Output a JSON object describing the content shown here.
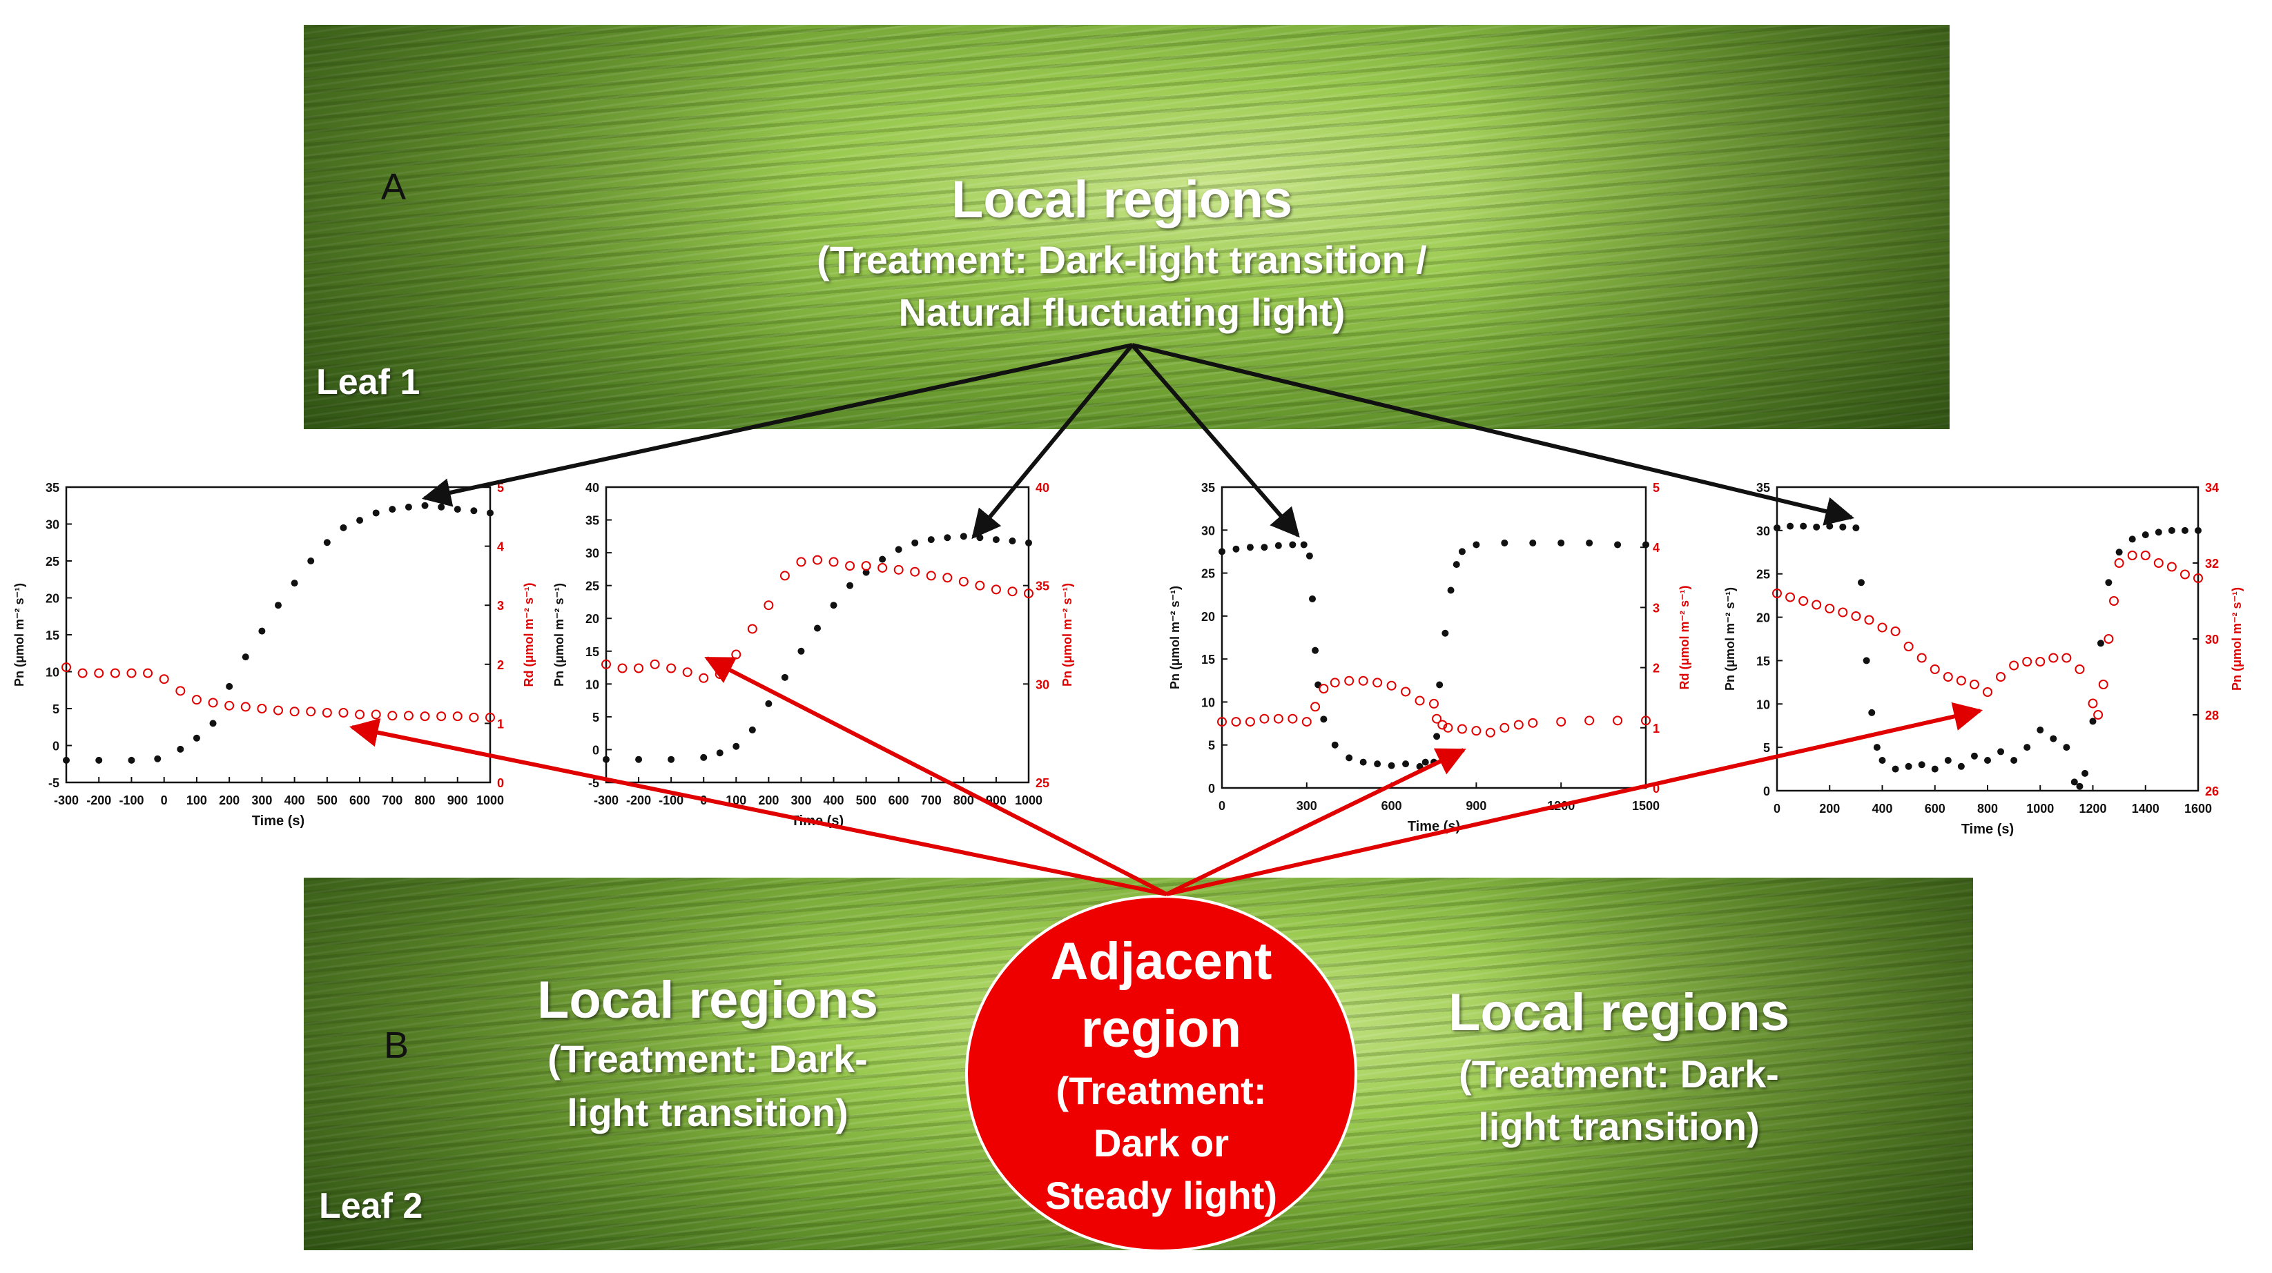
{
  "leaf1": {
    "panel": "A",
    "name": "Leaf 1",
    "title": "Local regions",
    "treatment_line1": "(Treatment: Dark-light transition /",
    "treatment_line2": "Natural fluctuating light)"
  },
  "leaf2": {
    "panel": "B",
    "name": "Leaf 2",
    "left_title": "Local regions",
    "left_line1": "(Treatment: Dark-",
    "left_line2": "light transition)",
    "right_title": "Local regions",
    "right_line1": "(Treatment: Dark-",
    "right_line2": "light transition)",
    "adjacent_line1": "Adjacent",
    "adjacent_line2": "region",
    "adjacent_line3": "(Treatment:",
    "adjacent_line4": "Dark or",
    "adjacent_line5": "Steady light)"
  },
  "colors": {
    "black_series": "#111111",
    "red_series": "#e00000",
    "arrow_red": "#e00000",
    "arrow_black": "#111111"
  },
  "chart_data": [
    {
      "type": "scatter",
      "xlabel": "Time (s)",
      "ylabel_left": "Pn (μmol m⁻² s⁻¹)",
      "ylabel_right": "Rd (μmol m⁻² s⁻¹)",
      "xlim": [
        -300,
        1000
      ],
      "ylim_left": [
        -5,
        35
      ],
      "ylim_right": [
        0,
        5
      ],
      "x_ticks": [
        -300,
        -200,
        -100,
        0,
        100,
        200,
        300,
        400,
        500,
        600,
        700,
        800,
        900,
        1000
      ],
      "x_tick_labels": [
        "-300",
        "-200",
        "-100",
        "0",
        "100",
        "200",
        "300",
        "400",
        "500",
        "600",
        "700",
        "800",
        "900",
        "1000"
      ],
      "y_left_ticks": [
        -5,
        0,
        5,
        10,
        15,
        20,
        25,
        30,
        35
      ],
      "y_right_ticks": [
        0,
        1,
        2,
        3,
        4,
        5
      ],
      "series": [
        {
          "axis": "left",
          "color": "#111111",
          "x": [
            -300,
            -200,
            -100,
            -20,
            50,
            100,
            150,
            200,
            250,
            300,
            350,
            400,
            450,
            500,
            550,
            600,
            650,
            700,
            750,
            800,
            850,
            900,
            950,
            1000
          ],
          "y": [
            -2,
            -2,
            -2,
            -1.8,
            -0.5,
            1,
            3,
            8,
            12,
            15.5,
            19,
            22,
            25,
            27.5,
            29.5,
            30.5,
            31.5,
            32,
            32.3,
            32.5,
            32.3,
            32,
            31.8,
            31.5
          ]
        },
        {
          "axis": "right",
          "color": "#e00000",
          "x": [
            -300,
            -250,
            -200,
            -150,
            -100,
            -50,
            0,
            50,
            100,
            150,
            200,
            250,
            300,
            350,
            400,
            450,
            500,
            550,
            600,
            650,
            700,
            750,
            800,
            850,
            900,
            950,
            1000
          ],
          "y": [
            1.95,
            1.85,
            1.85,
            1.85,
            1.85,
            1.85,
            1.75,
            1.55,
            1.4,
            1.35,
            1.3,
            1.28,
            1.25,
            1.22,
            1.2,
            1.2,
            1.18,
            1.18,
            1.15,
            1.15,
            1.13,
            1.13,
            1.12,
            1.12,
            1.12,
            1.1,
            1.1
          ]
        }
      ]
    },
    {
      "type": "scatter",
      "xlabel": "Time (s)",
      "ylabel_left": "Pn (μmol m⁻² s⁻¹)",
      "ylabel_right": "Pn (μmol m⁻² s⁻¹)",
      "xlim": [
        -300,
        1000
      ],
      "ylim_left": [
        -5,
        40
      ],
      "ylim_right": [
        25,
        40
      ],
      "x_ticks": [
        -300,
        -200,
        -100,
        0,
        100,
        200,
        300,
        400,
        500,
        600,
        700,
        800,
        900,
        1000
      ],
      "x_tick_labels": [
        "-300",
        "-200",
        "-100",
        "0",
        "100",
        "200",
        "300",
        "400",
        "500",
        "600",
        "700",
        "800",
        "900",
        "1000"
      ],
      "y_left_ticks": [
        -5,
        0,
        5,
        10,
        15,
        20,
        25,
        30,
        35,
        40
      ],
      "y_right_ticks": [
        25,
        30,
        35,
        40
      ],
      "series": [
        {
          "axis": "left",
          "color": "#111111",
          "x": [
            -300,
            -200,
            -100,
            0,
            50,
            100,
            150,
            200,
            250,
            300,
            350,
            400,
            450,
            500,
            550,
            600,
            650,
            700,
            750,
            800,
            850,
            900,
            950,
            1000
          ],
          "y": [
            -1.5,
            -1.5,
            -1.5,
            -1.2,
            -0.5,
            0.5,
            3,
            7,
            11,
            15,
            18.5,
            22,
            25,
            27,
            29,
            30.5,
            31.5,
            32,
            32.3,
            32.5,
            32.3,
            32,
            31.8,
            31.5
          ]
        },
        {
          "axis": "right",
          "color": "#e00000",
          "x": [
            -300,
            -250,
            -200,
            -150,
            -100,
            -50,
            0,
            50,
            100,
            150,
            200,
            250,
            300,
            350,
            400,
            450,
            500,
            550,
            600,
            650,
            700,
            750,
            800,
            850,
            900,
            950,
            1000
          ],
          "y": [
            31,
            30.8,
            30.8,
            31,
            30.8,
            30.6,
            30.3,
            30.5,
            31.5,
            32.8,
            34,
            35.5,
            36.2,
            36.3,
            36.2,
            36,
            36,
            35.9,
            35.8,
            35.7,
            35.5,
            35.4,
            35.2,
            35,
            34.8,
            34.7,
            34.6
          ]
        }
      ]
    },
    {
      "type": "scatter",
      "xlabel": "Time (s)",
      "ylabel_left": "Pn (μmol m⁻² s⁻¹)",
      "ylabel_right": "Rd (μmol m⁻² s⁻¹)",
      "xlim": [
        0,
        1500
      ],
      "ylim_left": [
        0,
        35
      ],
      "ylim_right": [
        0,
        5
      ],
      "x_ticks": [
        0,
        300,
        600,
        900,
        1200,
        1500
      ],
      "x_tick_labels": [
        "0",
        "300",
        "600",
        "900",
        "1200",
        "1500"
      ],
      "y_left_ticks": [
        0,
        5,
        10,
        15,
        20,
        25,
        30,
        35
      ],
      "y_right_ticks": [
        0,
        1,
        2,
        3,
        4,
        5
      ],
      "series": [
        {
          "axis": "left",
          "color": "#111111",
          "x": [
            0,
            50,
            100,
            150,
            200,
            250,
            290,
            310,
            320,
            330,
            340,
            360,
            400,
            450,
            500,
            550,
            600,
            650,
            700,
            720,
            750,
            760,
            770,
            790,
            810,
            830,
            850,
            900,
            1000,
            1100,
            1200,
            1300,
            1400,
            1500
          ],
          "y": [
            27.5,
            27.8,
            28,
            28,
            28.2,
            28.3,
            28.3,
            27,
            22,
            16,
            12,
            8,
            5,
            3.5,
            3,
            2.8,
            2.6,
            2.8,
            2.5,
            3,
            3,
            6,
            12,
            18,
            23,
            26,
            27.5,
            28.3,
            28.5,
            28.5,
            28.5,
            28.5,
            28.3,
            28.3
          ]
        },
        {
          "axis": "right",
          "color": "#e00000",
          "x": [
            0,
            50,
            100,
            150,
            200,
            250,
            300,
            330,
            360,
            400,
            450,
            500,
            550,
            600,
            650,
            700,
            750,
            760,
            780,
            800,
            850,
            900,
            950,
            1000,
            1050,
            1100,
            1200,
            1300,
            1400,
            1500
          ],
          "y": [
            1.1,
            1.1,
            1.1,
            1.15,
            1.15,
            1.15,
            1.1,
            1.35,
            1.65,
            1.75,
            1.78,
            1.78,
            1.75,
            1.7,
            1.6,
            1.45,
            1.4,
            1.15,
            1.05,
            1.0,
            0.98,
            0.95,
            0.92,
            1.0,
            1.05,
            1.08,
            1.1,
            1.12,
            1.12,
            1.12
          ]
        }
      ]
    },
    {
      "type": "scatter",
      "xlabel": "Time (s)",
      "ylabel_left": "Pn (μmol m⁻² s⁻¹)",
      "ylabel_right": "Pn (μmol m⁻² s⁻¹)",
      "xlim": [
        0,
        1600
      ],
      "ylim_left": [
        0,
        35
      ],
      "ylim_right": [
        26,
        34
      ],
      "x_ticks": [
        0,
        200,
        400,
        600,
        800,
        1000,
        1200,
        1400,
        1600
      ],
      "x_tick_labels": [
        "0",
        "200",
        "400",
        "600",
        "800",
        "1000",
        "1200",
        "1400",
        "1600"
      ],
      "y_left_ticks": [
        0,
        5,
        10,
        15,
        20,
        25,
        30,
        35
      ],
      "y_right_ticks": [
        26,
        28,
        30,
        32,
        34
      ],
      "series": [
        {
          "axis": "left",
          "color": "#111111",
          "x": [
            0,
            50,
            100,
            150,
            200,
            250,
            300,
            320,
            340,
            360,
            380,
            400,
            450,
            500,
            550,
            600,
            650,
            700,
            750,
            800,
            850,
            900,
            950,
            1000,
            1050,
            1100,
            1130,
            1150,
            1170,
            1200,
            1230,
            1260,
            1300,
            1350,
            1400,
            1450,
            1500,
            1550,
            1600
          ],
          "y": [
            30.3,
            30.5,
            30.5,
            30.4,
            30.5,
            30.4,
            30.3,
            24,
            15,
            9,
            5,
            3.5,
            2.5,
            2.8,
            3,
            2.5,
            3.5,
            2.8,
            4,
            3.5,
            4.5,
            3.5,
            5,
            7,
            6,
            5,
            1,
            0.5,
            2,
            8,
            17,
            24,
            27.5,
            29,
            29.5,
            29.8,
            30,
            30,
            30
          ]
        },
        {
          "axis": "right",
          "color": "#e00000",
          "x": [
            0,
            50,
            100,
            150,
            200,
            250,
            300,
            350,
            400,
            450,
            500,
            550,
            600,
            650,
            700,
            750,
            800,
            850,
            900,
            950,
            1000,
            1050,
            1100,
            1150,
            1200,
            1220,
            1240,
            1260,
            1280,
            1300,
            1350,
            1400,
            1450,
            1500,
            1550,
            1600
          ],
          "y": [
            31.2,
            31.1,
            31,
            30.9,
            30.8,
            30.7,
            30.6,
            30.5,
            30.3,
            30.2,
            29.8,
            29.5,
            29.2,
            29,
            28.9,
            28.8,
            28.6,
            29,
            29.3,
            29.4,
            29.4,
            29.5,
            29.5,
            29.2,
            28.3,
            28,
            28.8,
            30,
            31,
            32,
            32.2,
            32.2,
            32,
            31.9,
            31.7,
            31.6
          ]
        }
      ]
    }
  ]
}
